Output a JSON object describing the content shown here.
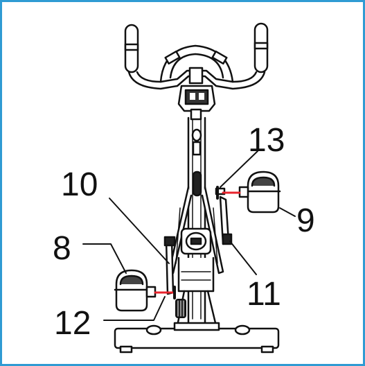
{
  "diagram": {
    "frame_color": "#2f9bd3",
    "line_color": "#111111",
    "highlight_color": "#e8242c",
    "callouts": [
      {
        "id": "8",
        "label": "8"
      },
      {
        "id": "9",
        "label": "9"
      },
      {
        "id": "10",
        "label": "10"
      },
      {
        "id": "11",
        "label": "11"
      },
      {
        "id": "12",
        "label": "12"
      },
      {
        "id": "13",
        "label": "13"
      }
    ]
  }
}
